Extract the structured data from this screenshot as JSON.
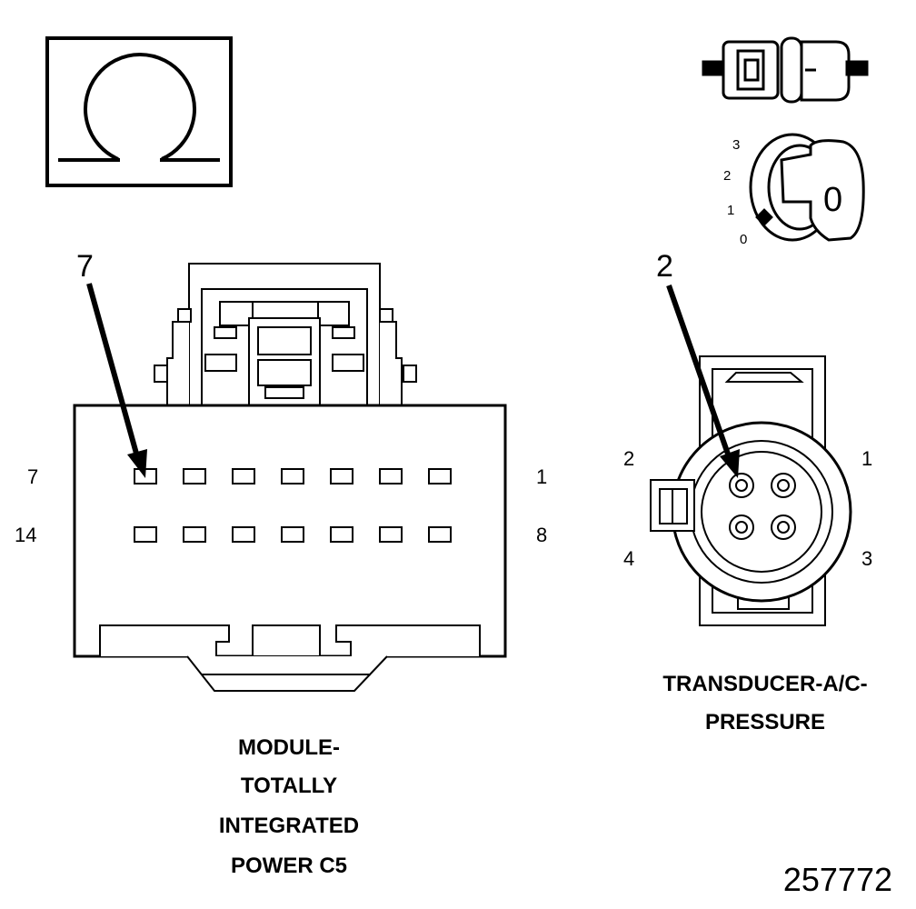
{
  "meter_symbol": {
    "icon": "ohm-symbol-icon",
    "glyph": "Ω"
  },
  "ignition": {
    "connector_icon": "disconnected-connector-icon",
    "key_icon": "ignition-key-icon",
    "key_glyph": "0",
    "positions": [
      "3",
      "2",
      "1",
      "0"
    ]
  },
  "module_connector": {
    "callout": "7",
    "row_labels": {
      "top_left": "7",
      "top_right": "1",
      "bottom_left": "14",
      "bottom_right": "8"
    },
    "pins_per_row": 7,
    "caption": [
      "MODULE-",
      "TOTALLY",
      "INTEGRATED",
      "POWER C5"
    ]
  },
  "transducer_connector": {
    "callout": "2",
    "pin_labels": {
      "top_left": "2",
      "top_right": "1",
      "bottom_left": "4",
      "bottom_right": "3"
    },
    "caption": [
      "TRANSDUCER-A/C-",
      "PRESSURE"
    ]
  },
  "figure_number": "257772"
}
